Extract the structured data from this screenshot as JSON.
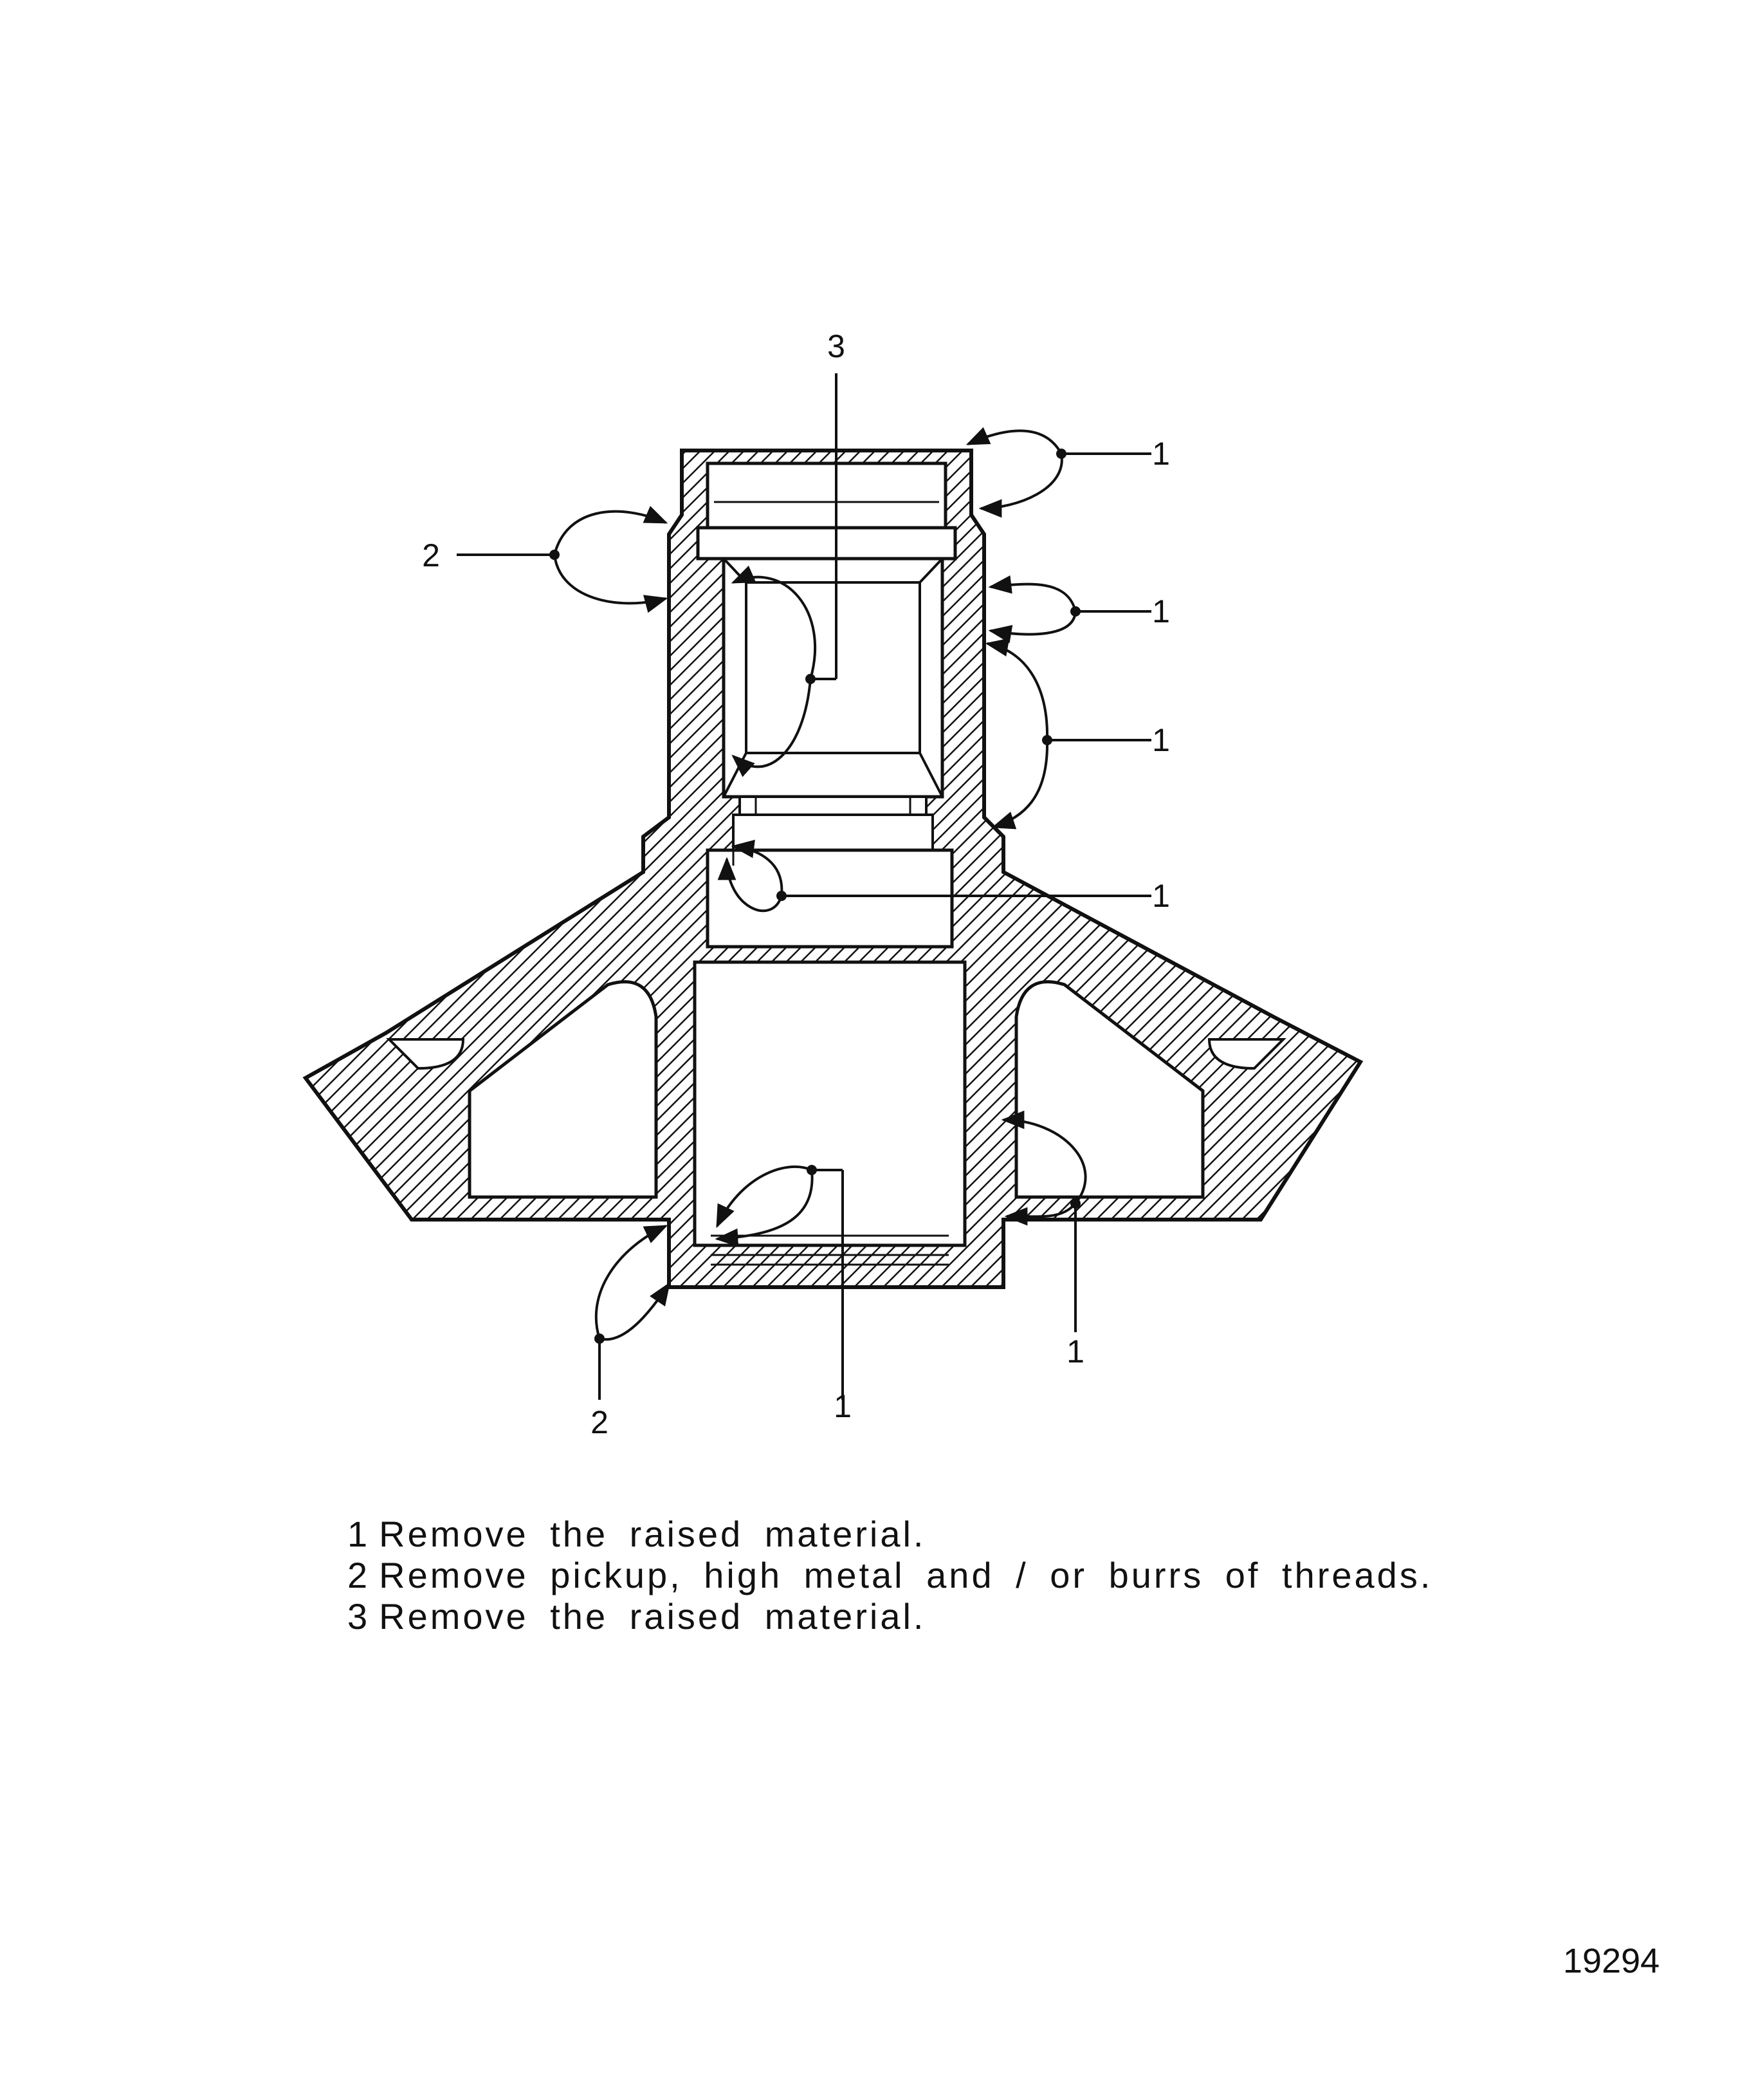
{
  "callouts": [
    "1",
    "1",
    "1",
    "1",
    "2",
    "3",
    "2",
    "1",
    "1"
  ],
  "legend": [
    {
      "num": "1",
      "text": "Remove the raised material."
    },
    {
      "num": "2",
      "text": "Remove pickup, high metal and / or burrs of threads."
    },
    {
      "num": "3",
      "text": "Remove the raised material."
    }
  ],
  "figure_number": "19294"
}
